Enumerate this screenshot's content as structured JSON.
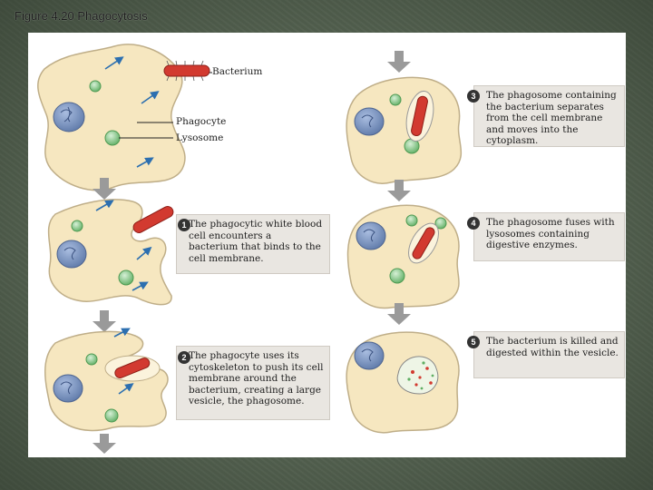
{
  "slide": {
    "title": "Figure 4.20 Phagocytosis"
  },
  "labels": {
    "bacterium": "Bacterium",
    "phagocyte": "Phagocyte",
    "lysosome": "Lysosome"
  },
  "steps": [
    {
      "num": "1",
      "text": "The phagocytic white blood cell encounters a bacterium that binds to the cell membrane."
    },
    {
      "num": "2",
      "text": "The phagocyte uses its cytoskeleton to push its cell membrane around the bacterium, creating a large vesicle, the phagosome."
    },
    {
      "num": "3",
      "text": "The phagosome containing the bacterium separates from the cell membrane and moves into the cytoplasm."
    },
    {
      "num": "4",
      "text": "The phagosome fuses with lysosomes containing digestive enzymes."
    },
    {
      "num": "5",
      "text": "The bacterium is killed and digested within the vesicle."
    }
  ],
  "colors": {
    "cell_fill": "#f6e7c0",
    "cell_stroke": "#bfae88",
    "nucleus": "#7b93bd",
    "lysosome": "#8bc58d",
    "bacterium": "#d23a30",
    "arrow_gray": "#9a9a9a",
    "blue_arrow": "#2c6fb0",
    "caption_bg": "#e9e6e1"
  }
}
